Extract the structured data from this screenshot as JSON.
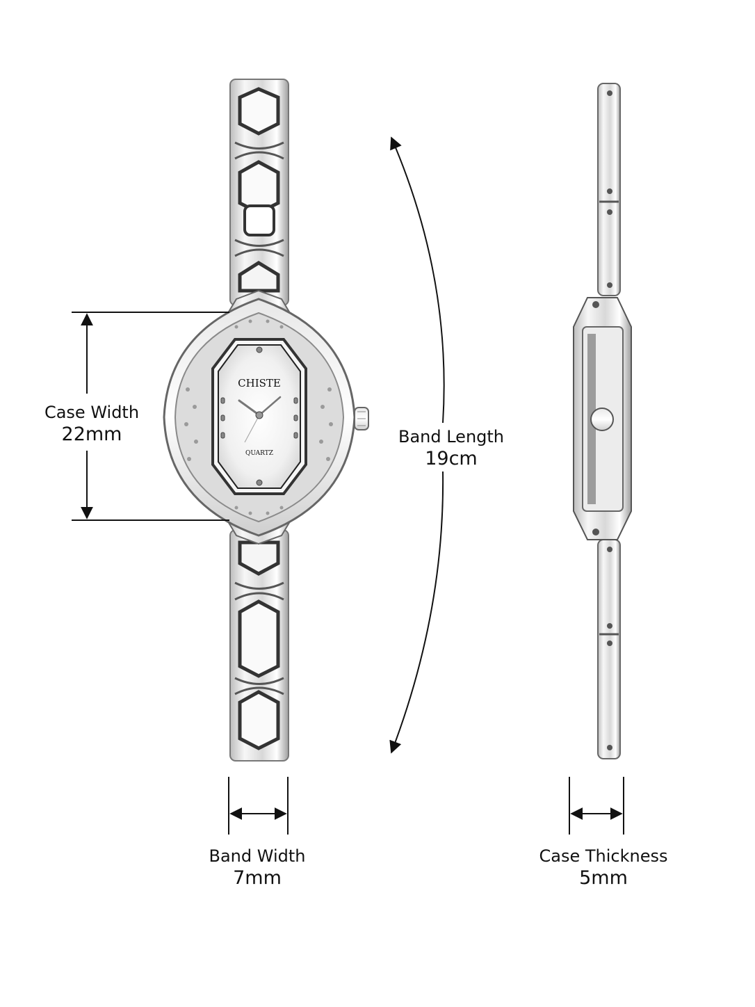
{
  "brand": "CHISTE",
  "movement": "QUARTZ",
  "dimensions": {
    "case_width": {
      "label": "Case Width",
      "value": "22mm"
    },
    "band_length": {
      "label": "Band Length",
      "value": "19cm"
    },
    "band_width": {
      "label": "Band Width",
      "value": "7mm"
    },
    "case_thickness": {
      "label": "Case Thickness",
      "value": "5mm"
    }
  },
  "colors": {
    "background": "#ffffff",
    "metal_light": "#f1f1f1",
    "metal_mid": "#c9c9c9",
    "metal_dark": "#4a4a4a",
    "lines": "#111111"
  }
}
